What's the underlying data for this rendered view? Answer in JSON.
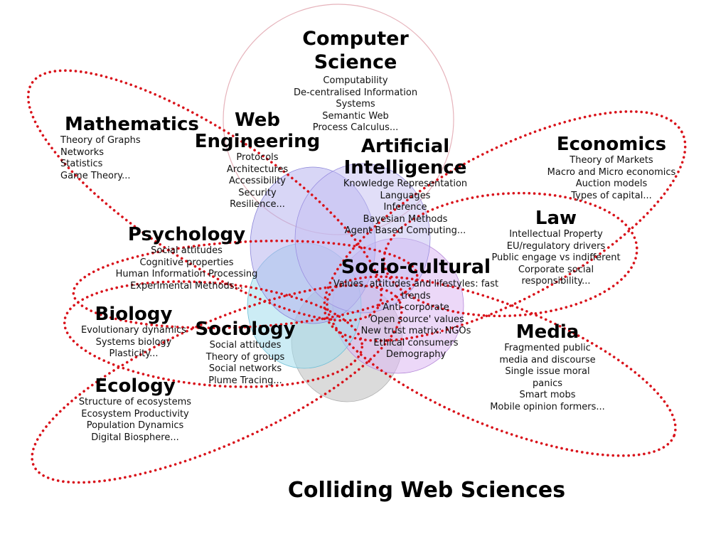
{
  "title": "Colliding Web Sciences",
  "colors": {
    "ellipse_stroke": "#d9131b",
    "cs_ring": "#e6b3bb",
    "blob_purple": "#b9b0ee",
    "blob_blue": "#a9a6ea",
    "blob_cyan": "#9fdcec",
    "blob_violet": "#d8b4f0",
    "blob_grey": "#c4c4c4"
  },
  "disciplines": [
    {
      "key": "computer_science",
      "name": "Computer Science",
      "items": [
        "Computability",
        "De-centralised Information",
        "Systems",
        "Semantic Web",
        "Process Calculus..."
      ]
    },
    {
      "key": "mathematics",
      "name": "Mathematics",
      "items": [
        "Theory of Graphs",
        "Networks",
        "Statistics",
        "Game Theory..."
      ]
    },
    {
      "key": "web_engineering",
      "name": "Web Engineering",
      "items": [
        "Protocols",
        "Architectures",
        "Accessibility",
        "Security",
        "Resilience..."
      ]
    },
    {
      "key": "artificial_intelligence",
      "name": "Artificial Intelligence",
      "items": [
        "Knowledge Representation",
        "Languages",
        "Inference",
        "Bayesian Methods",
        "Agent Based Computing..."
      ]
    },
    {
      "key": "economics",
      "name": "Economics",
      "items": [
        "Theory of Markets",
        "Macro and Micro economics",
        "Auction models",
        "Types of capital..."
      ]
    },
    {
      "key": "law",
      "name": "Law",
      "items": [
        "Intellectual Property",
        "EU/regulatory drivers",
        "Public engage vs indifferent",
        "Corporate social",
        "responsibility..."
      ]
    },
    {
      "key": "psychology",
      "name": "Psychology",
      "items": [
        "Social attitudes",
        "Cognitive properties",
        "Human Information Processing",
        "Experimental Methods..."
      ]
    },
    {
      "key": "socio_cultural",
      "name": "Socio-cultural",
      "items": [
        "Values, attitudes and lifestyles: fast",
        "trends",
        "Anti-corporate",
        "'Open source' values",
        "New trust matrix: NGOs",
        "Ethical consumers",
        "Demography"
      ]
    },
    {
      "key": "biology",
      "name": "Biology",
      "items": [
        "Evolutionary dynamics",
        "Systems biology",
        "Plasticity..."
      ]
    },
    {
      "key": "sociology",
      "name": "Sociology",
      "items": [
        "Social attitudes",
        "Theory of groups",
        "Social networks",
        "Plume Tracing..."
      ]
    },
    {
      "key": "media",
      "name": "Media",
      "items": [
        "Fragmented public",
        "media and discourse",
        "Single issue moral",
        "panics",
        "Smart mobs",
        "Mobile opinion formers..."
      ]
    },
    {
      "key": "ecology",
      "name": "Ecology",
      "items": [
        "Structure of ecosystems",
        "Ecosystem Productivity",
        "Population Dynamics",
        "Digital Biosphere..."
      ]
    }
  ]
}
